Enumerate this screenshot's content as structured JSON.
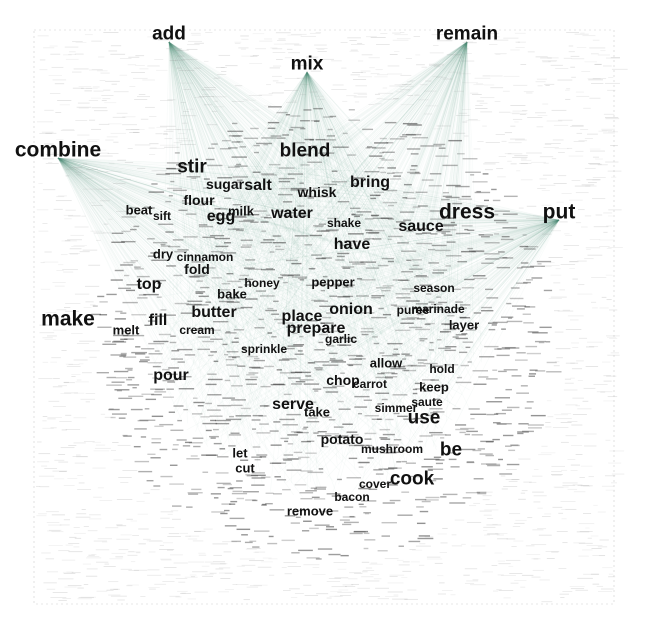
{
  "graph": {
    "edge_color": "#6aa383",
    "noise_color": "#9a9a9a",
    "label_color": "#111111",
    "words": [
      "add",
      "remain",
      "mix",
      "combine",
      "blend",
      "stir",
      "sugar",
      "salt",
      "whisk",
      "bring",
      "flour",
      "beat",
      "sift",
      "egg",
      "milk",
      "water",
      "dress",
      "put",
      "shake",
      "sauce",
      "have",
      "dry",
      "fold",
      "top",
      "bake",
      "pepper",
      "make",
      "melt",
      "fill",
      "butter",
      "place",
      "onion",
      "puree",
      "layer",
      "prepare",
      "garlic",
      "pour",
      "allow",
      "hold",
      "chop",
      "keep",
      "serve",
      "take",
      "use",
      "let",
      "cut",
      "be",
      "cook",
      "bacon",
      "remove",
      "potato",
      "carrot",
      "cream",
      "sprinkle",
      "honey",
      "cinnamon",
      "season",
      "simmer",
      "saute",
      "marinade",
      "cover",
      "mushroom"
    ]
  }
}
